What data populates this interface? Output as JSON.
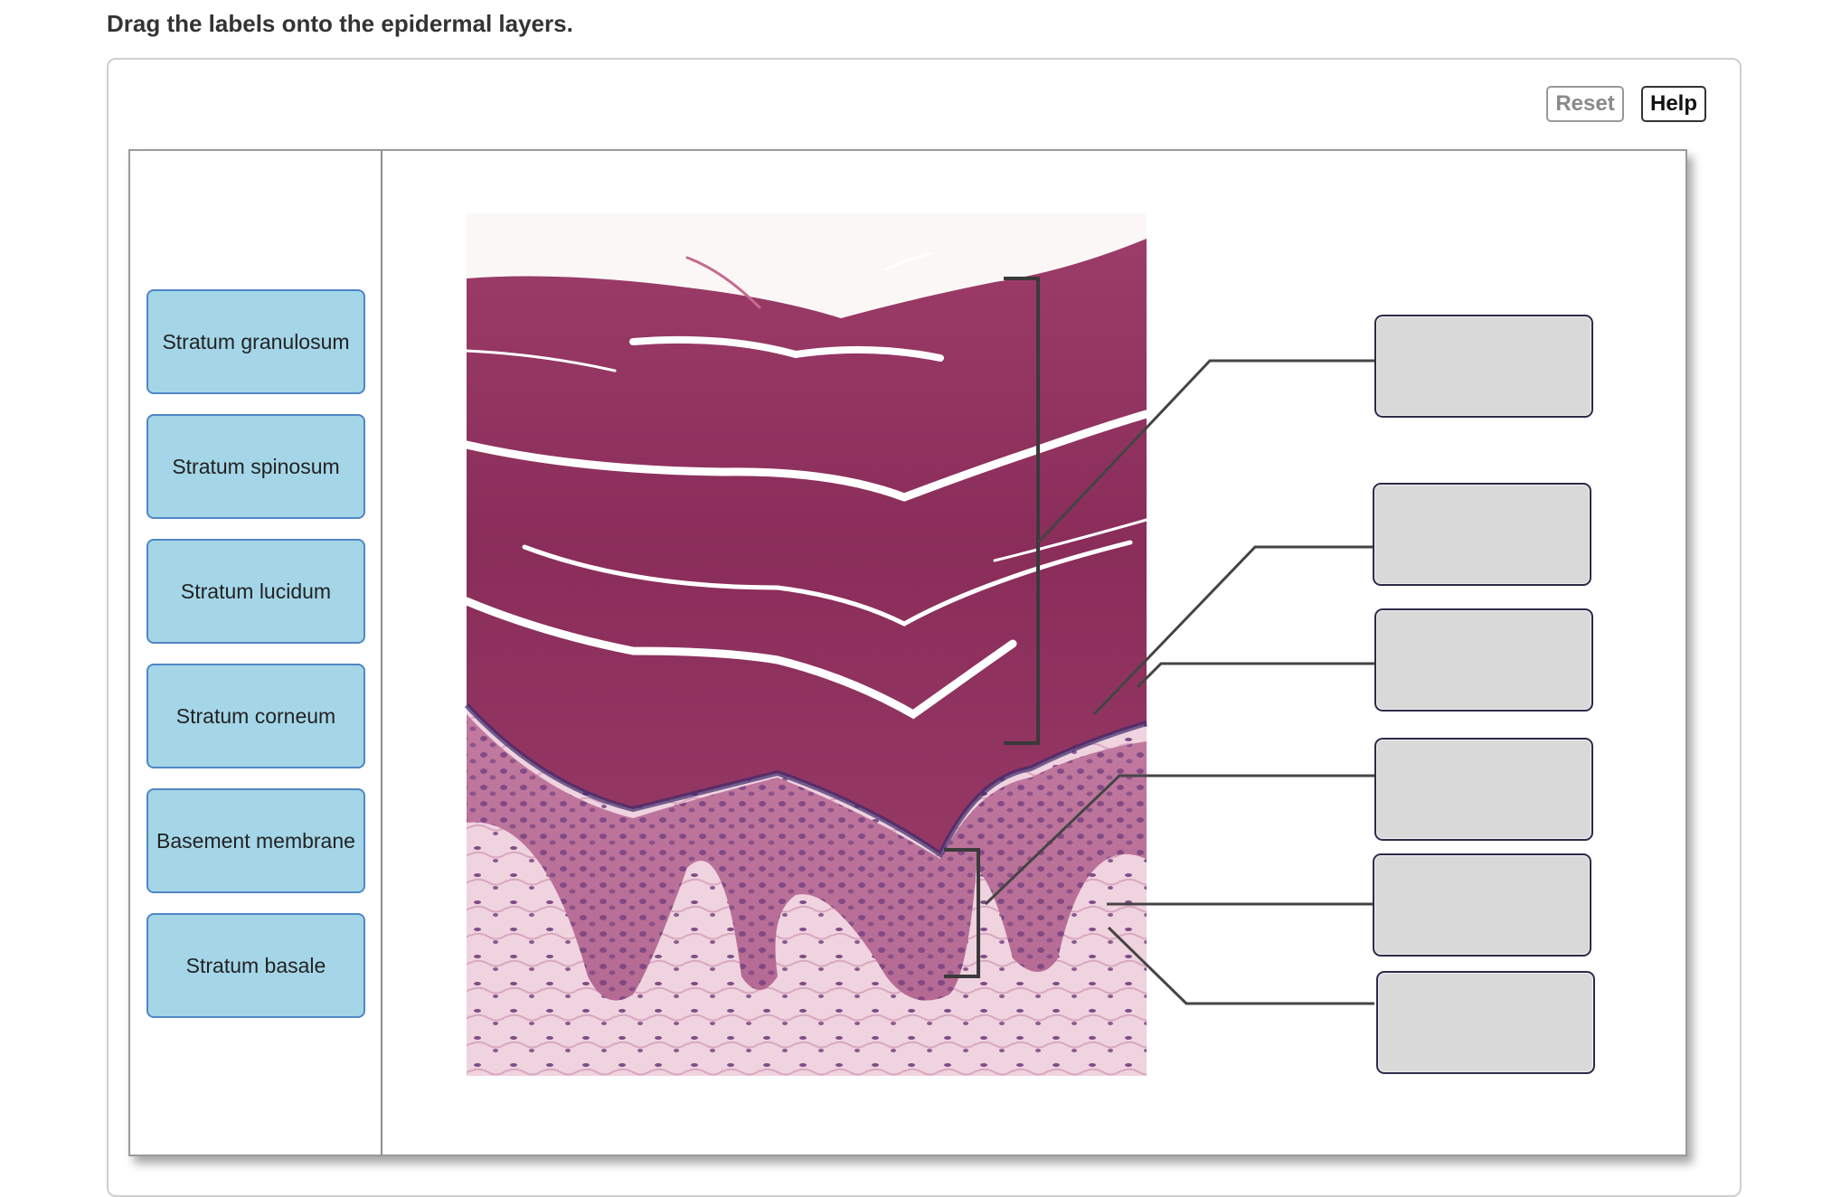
{
  "question": {
    "prompt": "Drag the labels onto the epidermal layers."
  },
  "toolbar": {
    "reset_label": "Reset",
    "help_label": "Help"
  },
  "label_bank": [
    {
      "text": "Stratum granulosum"
    },
    {
      "text": "Stratum spinosum"
    },
    {
      "text": "Stratum lucidum"
    },
    {
      "text": "Stratum corneum"
    },
    {
      "text": "Basement membrane"
    },
    {
      "text": "Stratum basale"
    }
  ],
  "drop_targets_count": 6,
  "colors": {
    "label_fill": "#a4d6e8",
    "label_border": "#4f86c6",
    "target_fill": "#d9d9d9",
    "stain_dark": "#8e2f5c",
    "stain_mid": "#a3456f",
    "stain_light": "#e7bfd0"
  }
}
